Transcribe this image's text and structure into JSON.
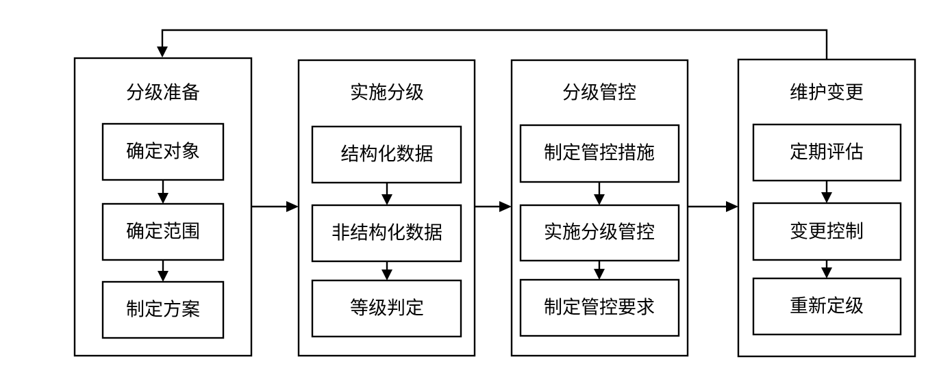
{
  "stages": [
    {
      "title": "分级准备",
      "steps": [
        "确定对象",
        "确定范围",
        "制定方案"
      ]
    },
    {
      "title": "实施分级",
      "steps": [
        "结构化数据",
        "非结构化数据",
        "等级判定"
      ]
    },
    {
      "title": "分级管控",
      "steps": [
        "制定管控措施",
        "实施分级管控",
        "制定管控要求"
      ]
    },
    {
      "title": "维护变更",
      "steps": [
        "定期评估",
        "变更控制",
        "重新定级"
      ]
    }
  ]
}
